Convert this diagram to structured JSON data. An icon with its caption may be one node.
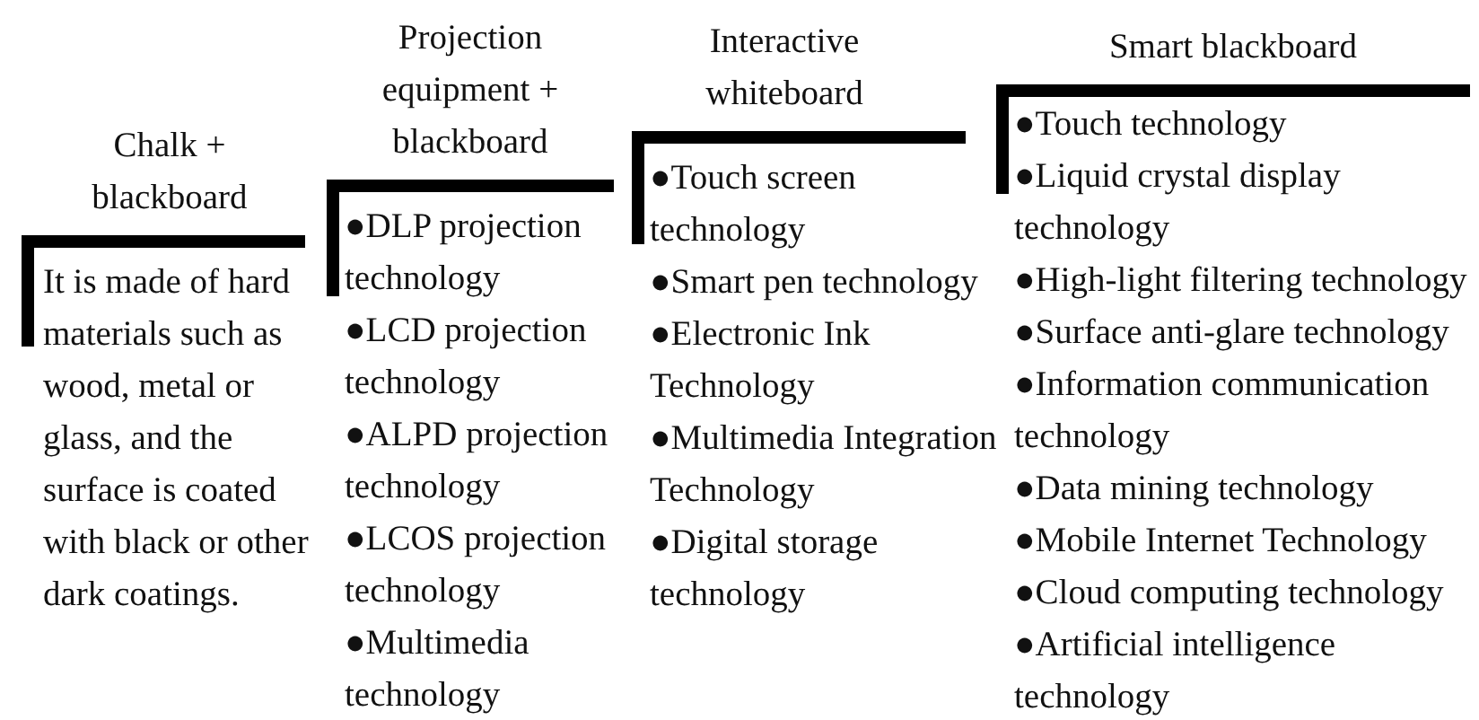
{
  "diagram": {
    "nodes": [
      {
        "text": [
          "Chalk + blackboard",
          "It is made of hard materials such as wood, metal or glass, and the surface is coated with black or other dark coatings."
        ]
      },
      {
        "text": [
          "Projection equipment + blackboard",
          "●DLP projection technology",
          "●LCD projection technology",
          "●ALPD projection technology",
          "●LCOS projection technology",
          "●Multimedia technology"
        ]
      },
      {
        "text": [
          "Interactive whiteboard",
          "●Touch screen technology",
          "●Smart pen technology",
          "●Electronic Ink Technology",
          "●Multimedia Integration Technology",
          "●Digital storage technology"
        ]
      },
      {
        "text": [
          "Smart blackboard",
          "●Touch technology",
          "●Liquid crystal display technology",
          "●High-light filtering technology",
          "●Surface anti-glare technology",
          "●Information communication technology",
          "●Data mining technology",
          "●Mobile Internet Technology",
          "●Cloud computing technology",
          "●Artificial intelligence technology"
        ]
      }
    ]
  }
}
